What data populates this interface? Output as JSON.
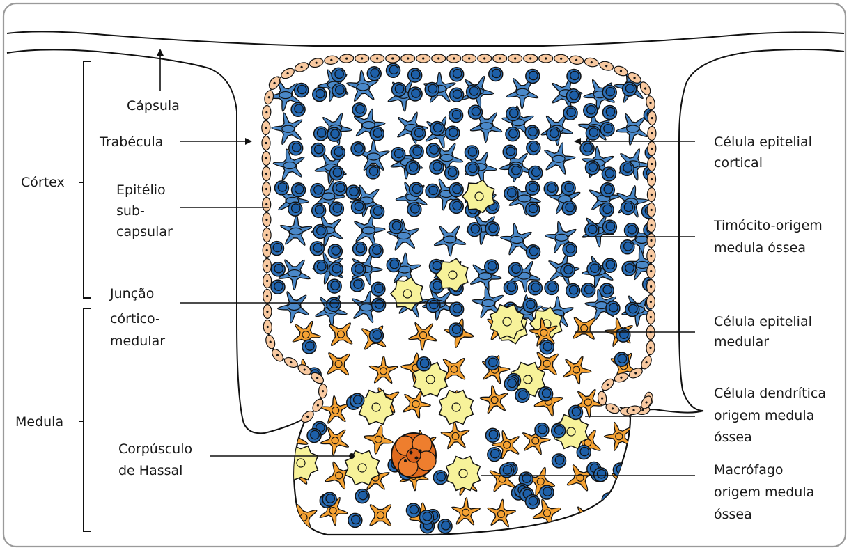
{
  "labels": {
    "capsula": "Cápsula",
    "trabecula": "Trabécula",
    "epitelio": [
      "Epitélio",
      "sub-",
      "capsular"
    ],
    "juncao": [
      "Junção",
      "córtico-",
      "medular"
    ],
    "corpusculo": [
      "Corpúsculo",
      "de Hassal"
    ],
    "cortex": "Córtex",
    "medula": "Medula",
    "epitelial_cortical": [
      "Célula epitelial",
      "cortical"
    ],
    "timocito": [
      "Timócito-origem",
      "medula óssea"
    ],
    "epitelial_medular": [
      "Célula epitelial",
      "medular"
    ],
    "dendritica": [
      "Célula dendrítica",
      "origem medula",
      "óssea"
    ],
    "macrofago": [
      "Macrófago",
      "origem medula",
      "óssea"
    ]
  },
  "colors": {
    "frame_border": "#9a9a9a",
    "cortical_epithelial": "#4a88c8",
    "thymocyte": "#1d5fa8",
    "thymocyte_ring": "#2a6db5",
    "medullary_epithelial": "#f5a233",
    "dendritic_macrophage": "#f7f29a",
    "subcapsular": "#f8c9a0",
    "hassall": "#e06a1c",
    "outline": "#111111"
  }
}
